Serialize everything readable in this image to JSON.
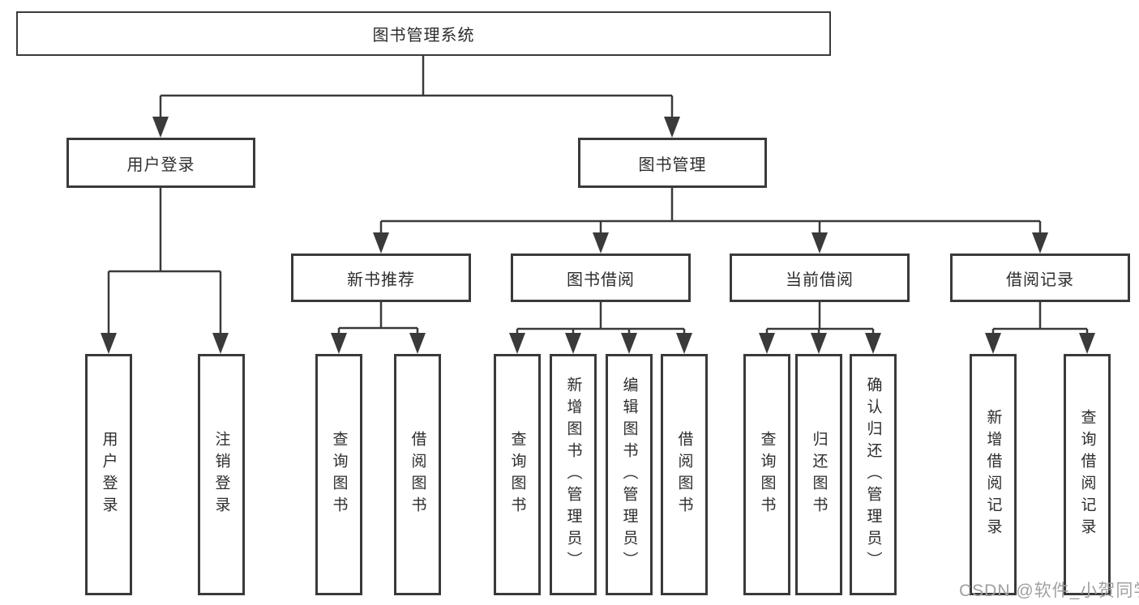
{
  "tree": {
    "label": "图书管理系统",
    "children": [
      {
        "label": "用户登录",
        "children": [
          {
            "label": "用户登录"
          },
          {
            "label": "注销登录"
          }
        ]
      },
      {
        "label": "图书管理",
        "children": [
          {
            "label": "新书推荐",
            "children": [
              {
                "label": "查询图书"
              },
              {
                "label": "借阅图书"
              }
            ]
          },
          {
            "label": "图书借阅",
            "children": [
              {
                "label": "查询图书"
              },
              {
                "label": "新增图书（管理员）"
              },
              {
                "label": "编辑图书（管理员）"
              },
              {
                "label": "借阅图书"
              }
            ]
          },
          {
            "label": "当前借阅",
            "children": [
              {
                "label": "查询图书"
              },
              {
                "label": "归还图书"
              },
              {
                "label": "确认归还（管理员）"
              }
            ]
          },
          {
            "label": "借阅记录",
            "children": [
              {
                "label": "新增借阅记录"
              },
              {
                "label": "查询借阅记录"
              }
            ]
          }
        ]
      }
    ]
  },
  "watermark": "CSDN @软件_小贺同学",
  "colors": {
    "line": "#3a3a3a",
    "text": "#2d2d2d",
    "watermark": "#a0a0a0",
    "background": "#ffffff"
  }
}
